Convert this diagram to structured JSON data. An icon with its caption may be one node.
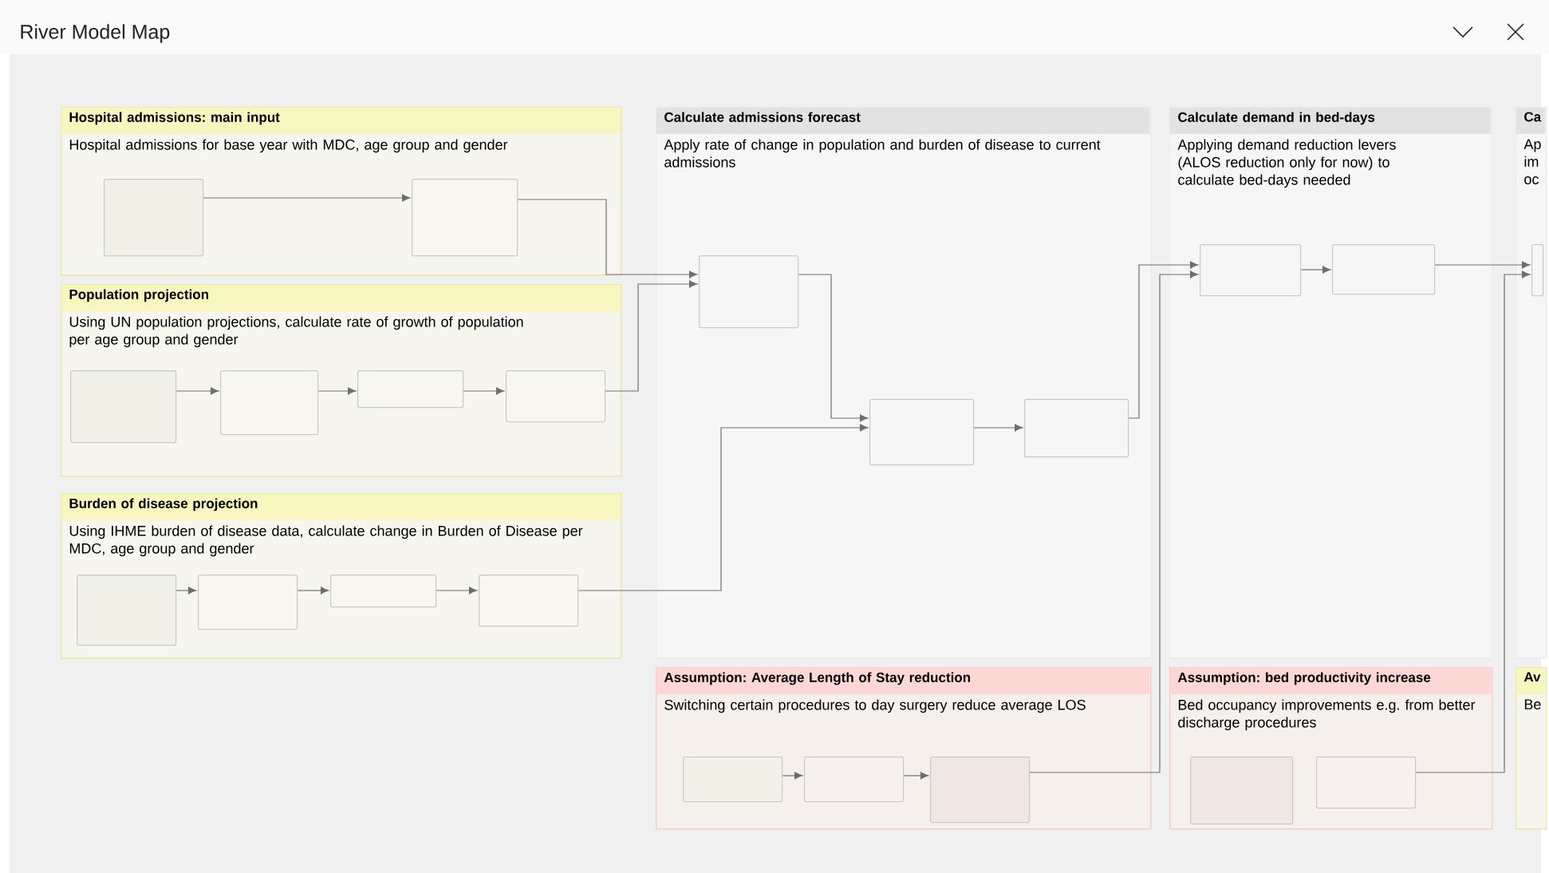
{
  "diagram": {
    "title": "River Model Map",
    "nodes": [
      {
        "text": [
          "Hospital admissions: main input",
          "Hospital admissions for base year with MDC, age group and gender"
        ]
      },
      {
        "text": [],
        "shape": "box",
        "in": 0
      },
      {
        "text": [],
        "shape": "box",
        "in": 0
      },
      {
        "text": [
          "Population projection",
          "Using UN population projections, calculate rate of growth of population per age group and gender"
        ]
      },
      {
        "text": [],
        "shape": "box",
        "in": 3
      },
      {
        "text": [],
        "shape": "box",
        "in": 3
      },
      {
        "text": [],
        "shape": "box",
        "in": 3
      },
      {
        "text": [],
        "shape": "box",
        "in": 3
      },
      {
        "text": [
          "Burden of disease projection",
          "Using IHME burden of disease data, calculate change in Burden of Disease per MDC, age group and gender"
        ]
      },
      {
        "text": [],
        "shape": "box",
        "in": 8
      },
      {
        "text": [],
        "shape": "box",
        "in": 8
      },
      {
        "text": [],
        "shape": "box",
        "in": 8
      },
      {
        "text": [],
        "shape": "box",
        "in": 8
      },
      {
        "text": [
          "Calculate admissions forecast",
          "Apply rate of change in population and burden of disease to current admissions"
        ]
      },
      {
        "text": [],
        "shape": "box",
        "in": 13
      },
      {
        "text": [],
        "shape": "box",
        "in": 13
      },
      {
        "text": [],
        "shape": "box",
        "in": 13
      },
      {
        "text": [
          "Calculate demand in bed-days",
          "Applying demand reduction levers (ALOS reduction only for now) to calculate bed-days needed"
        ]
      },
      {
        "text": [],
        "shape": "box",
        "in": 17
      },
      {
        "text": [],
        "shape": "box",
        "in": 17
      },
      {
        "text": [
          "Ca",
          "Ap im oc"
        ]
      },
      {
        "text": [],
        "shape": "box",
        "in": 20
      },
      {
        "text": [
          "Assumption: Average Length of Stay reduction",
          "Switching certain procedures to day surgery reduce average LOS"
        ]
      },
      {
        "text": [],
        "shape": "box",
        "in": 22
      },
      {
        "text": [],
        "shape": "box",
        "in": 22
      },
      {
        "text": [],
        "shape": "box",
        "in": 22
      },
      {
        "text": [
          "Assumption: bed productivity increase",
          "Bed occupancy improvements e.g. from better discharge procedures"
        ]
      },
      {
        "text": [],
        "shape": "box",
        "in": 26
      },
      {
        "text": [],
        "shape": "box",
        "in": 26
      },
      {
        "text": [
          "Av",
          "Be"
        ]
      }
    ],
    "edges": [
      {
        "from": 1,
        "to": 2,
        "arrow": "to"
      },
      {
        "from": 2,
        "to": 14,
        "arrow": "to"
      },
      {
        "from": 4,
        "to": 5,
        "arrow": "to"
      },
      {
        "from": 5,
        "to": 6,
        "arrow": "to"
      },
      {
        "from": 6,
        "to": 7,
        "arrow": "to"
      },
      {
        "from": 7,
        "to": 14,
        "arrow": "to"
      },
      {
        "from": 9,
        "to": 10,
        "arrow": "to"
      },
      {
        "from": 10,
        "to": 11,
        "arrow": "to"
      },
      {
        "from": 11,
        "to": 12,
        "arrow": "to"
      },
      {
        "from": 12,
        "to": 15,
        "arrow": "to"
      },
      {
        "from": 14,
        "to": 15,
        "arrow": "to"
      },
      {
        "from": 15,
        "to": 16,
        "arrow": "to"
      },
      {
        "from": 16,
        "to": 18,
        "arrow": "to"
      },
      {
        "from": 25,
        "to": 18,
        "arrow": "to"
      },
      {
        "from": 18,
        "to": 19,
        "arrow": "to"
      },
      {
        "from": 19,
        "to": 21,
        "arrow": "to"
      },
      {
        "from": 28,
        "to": 21,
        "arrow": "to"
      },
      {
        "from": 23,
        "to": 24,
        "arrow": "to"
      },
      {
        "from": 24,
        "to": 25,
        "arrow": "to"
      }
    ]
  }
}
